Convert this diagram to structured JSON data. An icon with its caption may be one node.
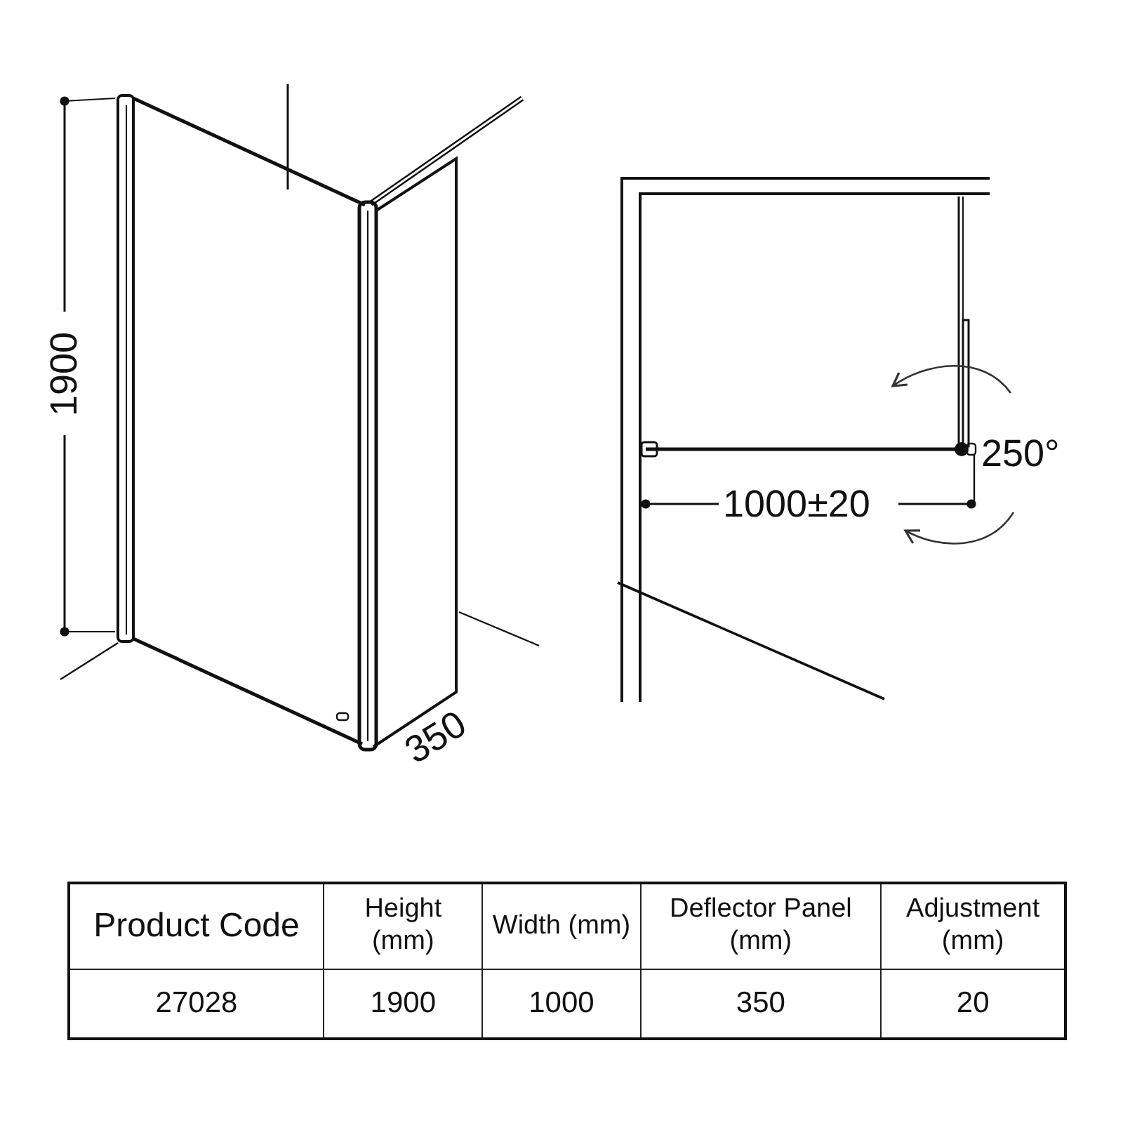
{
  "diagram": {
    "labels": [
      "1900",
      "250°",
      "1000±20",
      "350",
      "Product Code",
      "Height (mm)",
      "Width (mm)",
      "Deflector Panel (mm)",
      "Adjustment (mm)",
      "27028",
      "1900",
      "1000",
      "350",
      "20"
    ]
  }
}
